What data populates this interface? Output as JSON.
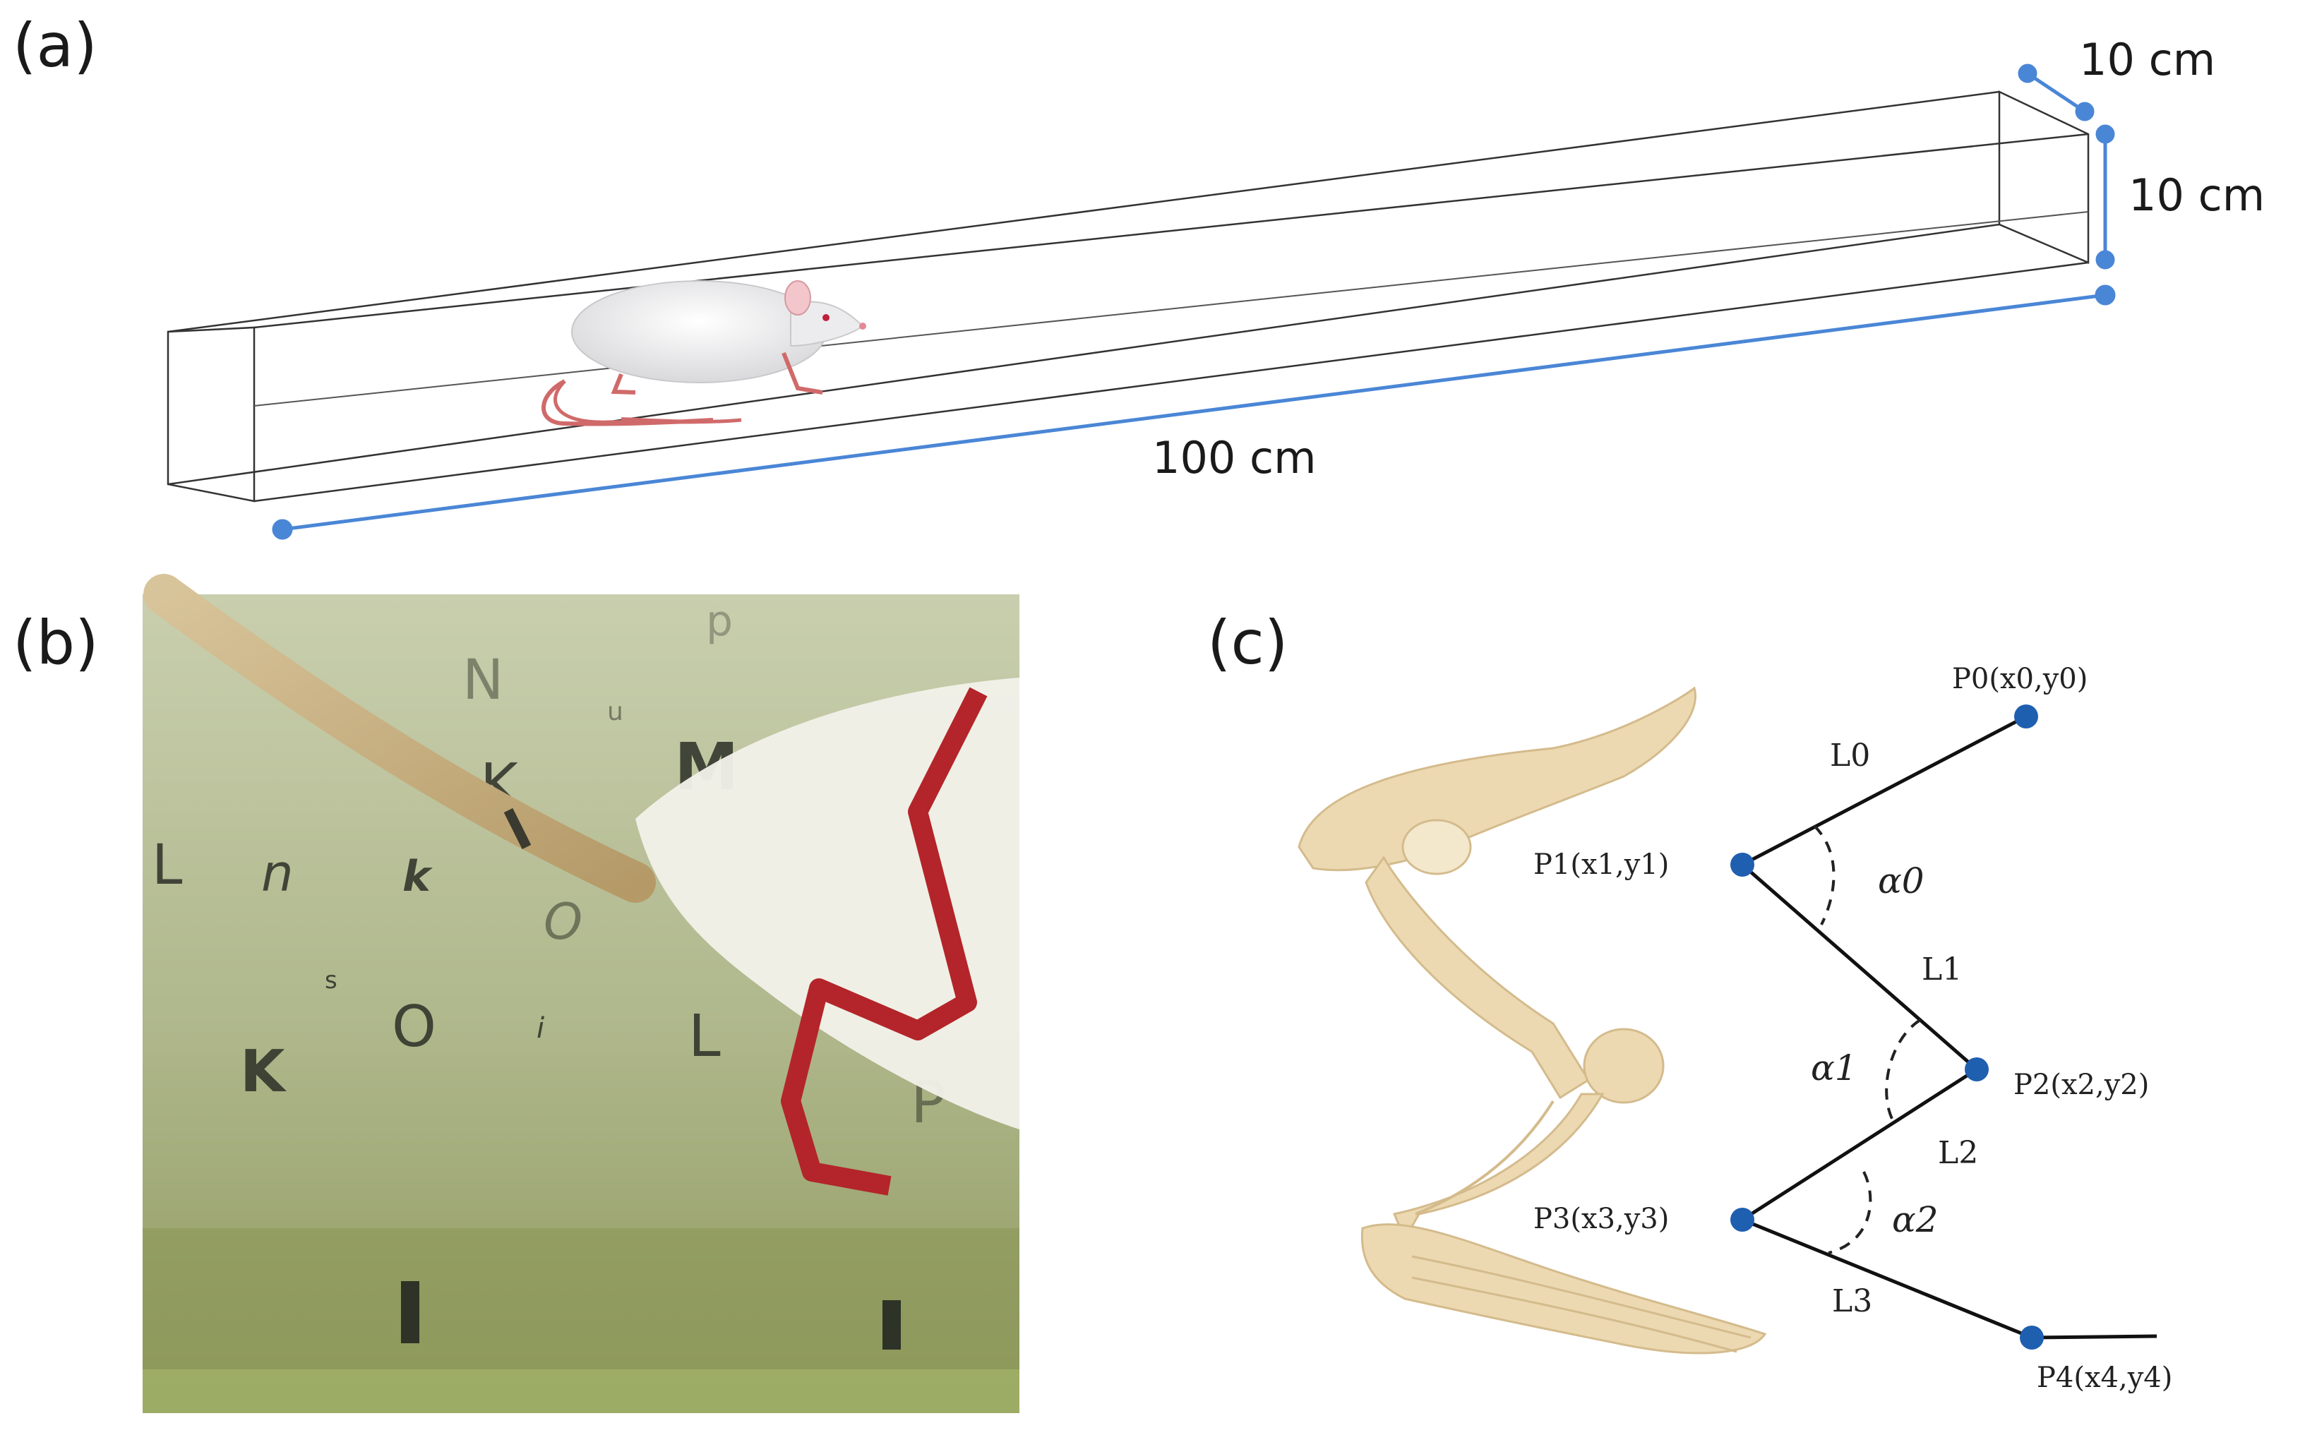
{
  "panels": {
    "a": {
      "label": "(a)",
      "dimensions": {
        "width": "10 cm",
        "height": "10 cm",
        "length": "100 cm"
      },
      "line_color": "#4a86d6"
    },
    "b": {
      "label": "(b)",
      "photo_letters": [
        "p",
        "N",
        "u",
        "K",
        "M",
        "L",
        "n",
        "k",
        "O",
        "s",
        "O",
        "i",
        "L",
        "K",
        "P"
      ]
    },
    "c": {
      "label": "(c)",
      "points": [
        "P0(x0,y0)",
        "P1(x1,y1)",
        "P2(x2,y2)",
        "P3(x3,y3)",
        "P4(x4,y4)"
      ],
      "segments": [
        "L0",
        "L1",
        "L2",
        "L3"
      ],
      "angles": [
        "α0",
        "α1",
        "α2"
      ],
      "point_color": "#1f5fb0"
    }
  }
}
